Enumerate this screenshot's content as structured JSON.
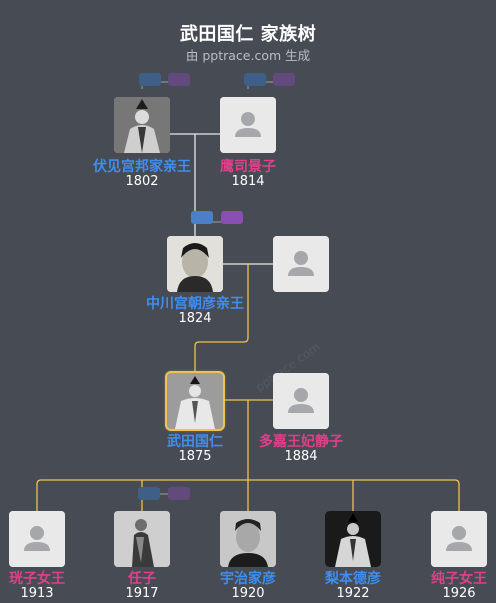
{
  "header": {
    "title": "武田国仁 家族树",
    "subtitle": "由 pptrace.com 生成"
  },
  "watermark": "pptrace.com",
  "colors": {
    "background": "#464b54",
    "male": "#3f8ef2",
    "female": "#e0408a",
    "focus_line": "#f0c24e",
    "line": "#e8e8e8"
  },
  "people": {
    "fushimi": {
      "name": "伏见宫邦家亲王",
      "year": "1802",
      "gender": "male",
      "photo": "portrait"
    },
    "takatsukasa": {
      "name": "鹰司景子",
      "year": "1814",
      "gender": "female",
      "photo": "placeholder-avatar-icon"
    },
    "nakagawa": {
      "name": "中川宫朝彦亲王",
      "year": "1824",
      "gender": "male",
      "photo": "portrait"
    },
    "nakagawa_spouse": {
      "name": "",
      "year": "",
      "gender": "unknown",
      "photo": "placeholder-avatar-icon"
    },
    "takeda": {
      "name": "武田国仁",
      "year": "1875",
      "gender": "male",
      "photo": "portrait"
    },
    "taka": {
      "name": "多嘉王妃静子",
      "year": "1884",
      "gender": "female",
      "photo": "placeholder-avatar-icon"
    },
    "child1": {
      "name": "珖子女王",
      "year": "1913",
      "gender": "female",
      "photo": "placeholder-avatar-icon"
    },
    "child2": {
      "name": "任子",
      "year": "1917",
      "gender": "female",
      "photo": "portrait"
    },
    "child3": {
      "name": "宇治家彦",
      "year": "1920",
      "gender": "male",
      "photo": "portrait"
    },
    "child4": {
      "name": "梨本德彦",
      "year": "1922",
      "gender": "male",
      "photo": "portrait"
    },
    "child5": {
      "name": "纯子女王",
      "year": "1926",
      "gender": "female",
      "photo": "placeholder-avatar-icon"
    }
  }
}
